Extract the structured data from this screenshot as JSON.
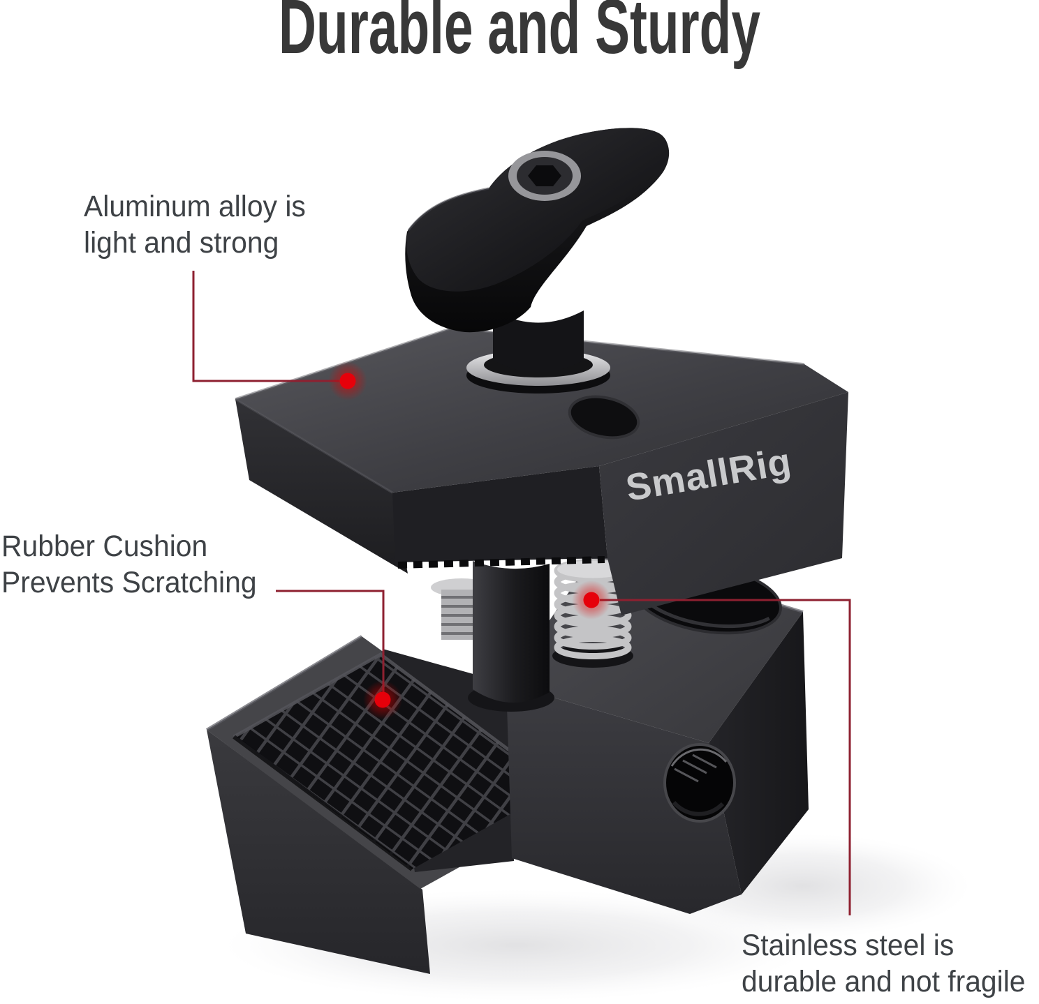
{
  "title": "Durable and Sturdy",
  "product": {
    "logo": "SmallRig"
  },
  "callouts": [
    {
      "id": "aluminum-alloy",
      "line1": "Aluminum alloy is",
      "line2": "light and strong"
    },
    {
      "id": "rubber-cushion",
      "line1": "Rubber Cushion",
      "line2": "Prevents Scratching"
    },
    {
      "id": "stainless-steel",
      "line1": "Stainless steel is",
      "line2": "durable and not fragile"
    }
  ],
  "colors": {
    "background": "#ffffff",
    "title_text": "#383838",
    "label_text": "#3e4246",
    "leader_line": "#8e2030",
    "marker_red": "#e6000a",
    "product_black": "#1b1b1e",
    "spring_silver": "#c4c4c6"
  }
}
